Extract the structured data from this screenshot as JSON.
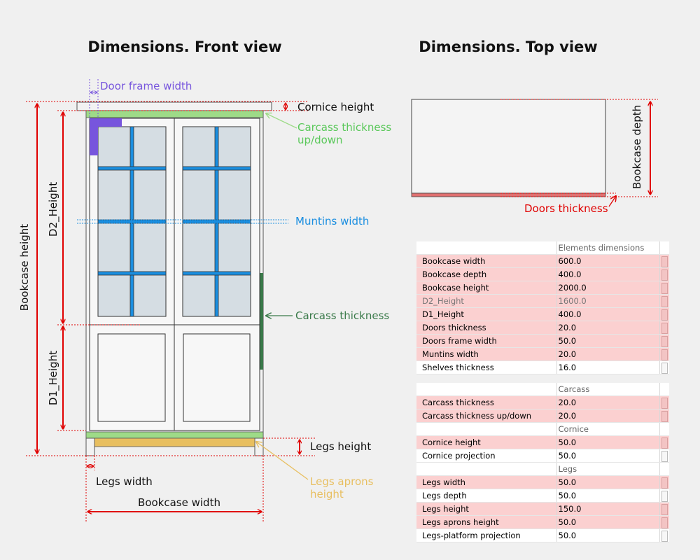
{
  "titles": {
    "front": "Dimensions. Front view",
    "top": "Dimensions. Top view"
  },
  "labels": {
    "door_frame_width": "Door frame width",
    "cornice_height": "Cornice height",
    "carcass_updown_1": "Carcass thickness",
    "carcass_updown_2": "up/down",
    "muntins_width": "Muntins width",
    "carcass_thickness": "Carcass thickness",
    "legs_height": "Legs height",
    "legs_width": "Legs width",
    "legs_aprons_1": "Legs aprons",
    "legs_aprons_2": "height",
    "bookcase_width": "Bookcase width",
    "bookcase_height": "Bookcase height",
    "d2_height": "D2_Height",
    "d1_height": "D1_Height",
    "bookcase_depth": "Bookcase depth",
    "doors_thickness": "Doors thickness"
  },
  "colors": {
    "dim_red": "#e00000",
    "door_frame_purple": "#7755dd",
    "muntin_blue": "#1a8ee0",
    "carcass_green": "#5aaa5a",
    "carcass_green_light": "#9edb88",
    "carcass_dark_green": "#3a7a4a",
    "legs_apron_gold": "#e8bf60",
    "glass": "#d5dde3",
    "row_highlight": "#fbd0d0"
  },
  "table1": {
    "group": "Elements dimensions",
    "rows": [
      {
        "label": "Bookcase width",
        "value": "600.0",
        "style": "hl"
      },
      {
        "label": "Bookcase depth",
        "value": "400.0",
        "style": "hl"
      },
      {
        "label": "Bookcase height",
        "value": "2000.0",
        "style": "hl"
      },
      {
        "label": "D2_Height",
        "value": "1600.0",
        "style": "hl dim"
      },
      {
        "label": "D1_Height",
        "value": "400.0",
        "style": "hl"
      },
      {
        "label": "Doors thickness",
        "value": "20.0",
        "style": "hl"
      },
      {
        "label": "Doors frame width",
        "value": "50.0",
        "style": "hl"
      },
      {
        "label": "Muntins width",
        "value": "20.0",
        "style": "hl"
      },
      {
        "label": "Shelves thickness",
        "value": "16.0",
        "style": "plain"
      }
    ]
  },
  "table2": {
    "carcass_group": "Carcass",
    "carcass_rows": [
      {
        "label": "Carcass thickness",
        "value": "20.0",
        "style": "hl"
      },
      {
        "label": "Carcass thickness up/down",
        "value": "20.0",
        "style": "hl"
      }
    ],
    "cornice_group": "Cornice",
    "cornice_rows": [
      {
        "label": "Cornice height",
        "value": "50.0",
        "style": "hl"
      },
      {
        "label": "Cornice projection",
        "value": "50.0",
        "style": "plain"
      }
    ],
    "legs_group": "Legs",
    "legs_rows": [
      {
        "label": "Legs width",
        "value": "50.0",
        "style": "hl"
      },
      {
        "label": "Legs depth",
        "value": "50.0",
        "style": "plain"
      },
      {
        "label": "Legs height",
        "value": "150.0",
        "style": "hl"
      },
      {
        "label": "Legs aprons height",
        "value": "50.0",
        "style": "hl"
      },
      {
        "label": "Legs-platform projection",
        "value": "50.0",
        "style": "plain"
      }
    ]
  }
}
